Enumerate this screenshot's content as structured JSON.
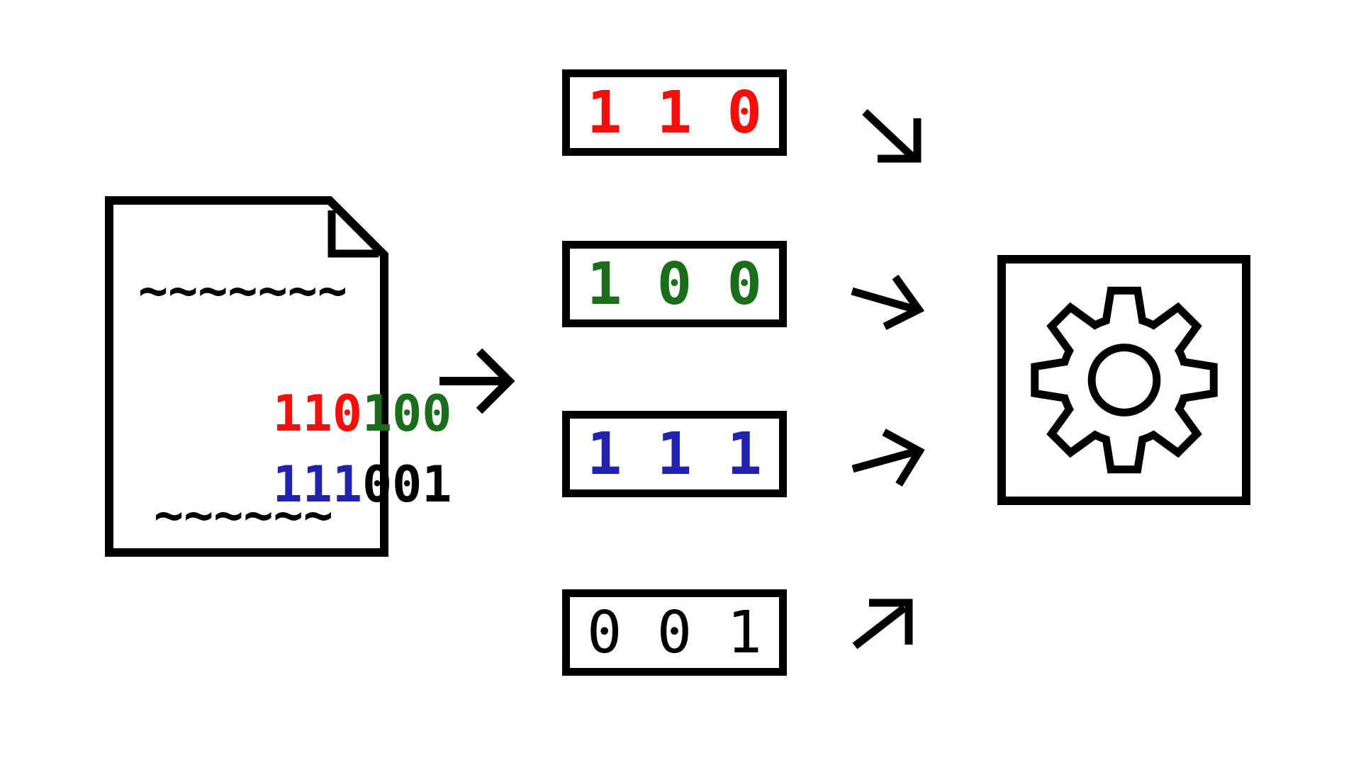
{
  "palette": {
    "red": "#f70d09",
    "green": "#1a6e1a",
    "blue": "#2222b2",
    "black": "#000000"
  },
  "document": {
    "squiggle_top": "~~~~~~~",
    "line1_segments": [
      {
        "text": "110",
        "color": "red"
      },
      {
        "text": "100",
        "color": "green"
      }
    ],
    "line2_segments": [
      {
        "text": "111",
        "color": "blue"
      },
      {
        "text": "001",
        "color": "black"
      }
    ],
    "squiggle_bottom": "~~~~~~"
  },
  "chunks": [
    {
      "bits": "1 1 0",
      "color": "red",
      "bold": true
    },
    {
      "bits": "1 0 0",
      "color": "green",
      "bold": true
    },
    {
      "bits": "1 1 1",
      "color": "blue",
      "bold": true
    },
    {
      "bits": "0 0 1",
      "color": "black",
      "bold": false
    }
  ],
  "icons": {
    "document": "document-icon",
    "flow_arrow": "right-arrow-icon",
    "gear": "gear-icon"
  }
}
